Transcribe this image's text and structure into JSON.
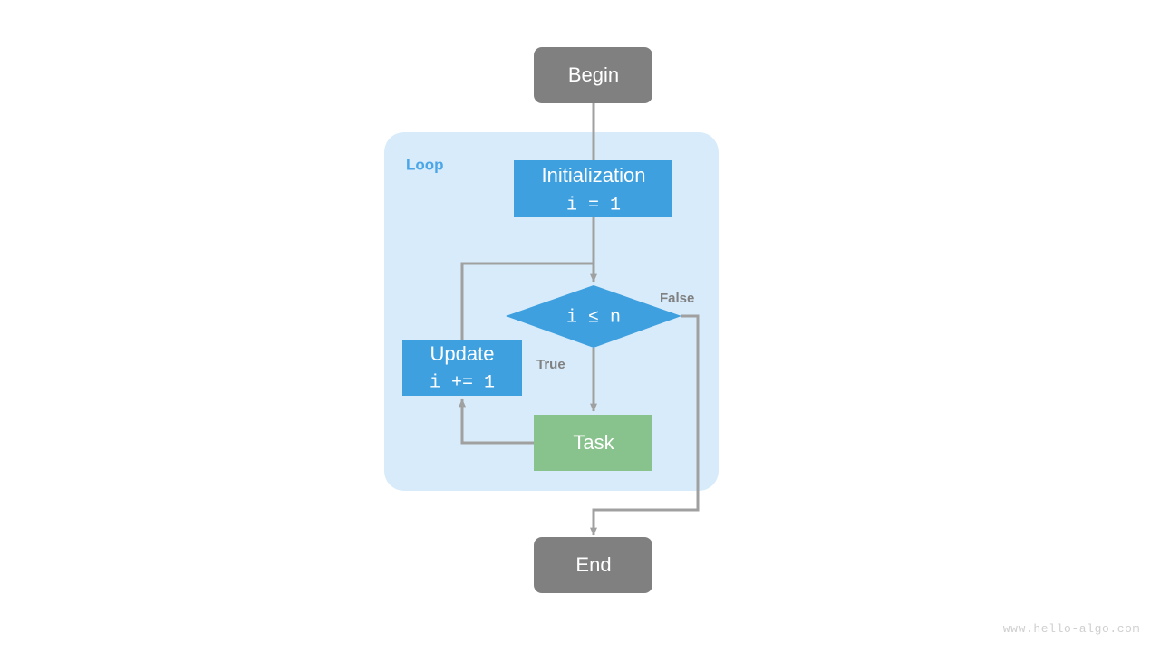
{
  "diagram": {
    "title": "for-loop-flowchart",
    "colors": {
      "terminal_fill": "#808080",
      "process_fill": "#3FA0E0",
      "decision_fill": "#3FA0E0",
      "task_fill": "#88C28C",
      "group_fill": "#D7EBFA",
      "group_label": "#4BA6E8",
      "edge_stroke": "#A0A0A0",
      "edge_label": "#808080",
      "node_text": "#FFFFFF",
      "background": "#FFFFFF",
      "watermark": "#CFCFCF"
    },
    "group": {
      "label": "Loop"
    },
    "nodes": [
      {
        "id": "begin",
        "shape": "rounded-rect",
        "label": "Begin",
        "code": ""
      },
      {
        "id": "init",
        "shape": "rect",
        "label": "Initialization",
        "code": "i = 1"
      },
      {
        "id": "cond",
        "shape": "diamond",
        "label": "",
        "code": "i ≤ n"
      },
      {
        "id": "update",
        "shape": "rect",
        "label": "Update",
        "code": "i += 1"
      },
      {
        "id": "task",
        "shape": "rect",
        "label": "Task",
        "code": ""
      },
      {
        "id": "end",
        "shape": "rounded-rect",
        "label": "End",
        "code": ""
      }
    ],
    "edges": [
      {
        "from": "begin",
        "to": "init",
        "label": ""
      },
      {
        "from": "init",
        "to": "cond",
        "label": ""
      },
      {
        "from": "cond",
        "to": "task",
        "label": "True"
      },
      {
        "from": "cond",
        "to": "end",
        "label": "False"
      },
      {
        "from": "task",
        "to": "update",
        "label": ""
      },
      {
        "from": "update",
        "to": "cond",
        "label": ""
      }
    ],
    "edge_labels": {
      "true": "True",
      "false": "False"
    }
  },
  "watermark": {
    "text": "www.hello-algo.com"
  }
}
